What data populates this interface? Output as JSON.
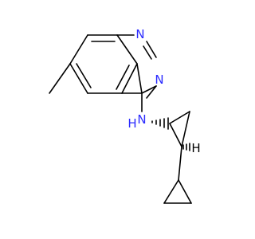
{
  "atoms": {
    "n1": "N",
    "n3": "N",
    "nh_n": "N",
    "nh_h": "H",
    "stereo_h": "H"
  },
  "colors": {
    "bond": "#000000",
    "nitrogen": "#2b2bff",
    "hydrogen": "#000000"
  }
}
